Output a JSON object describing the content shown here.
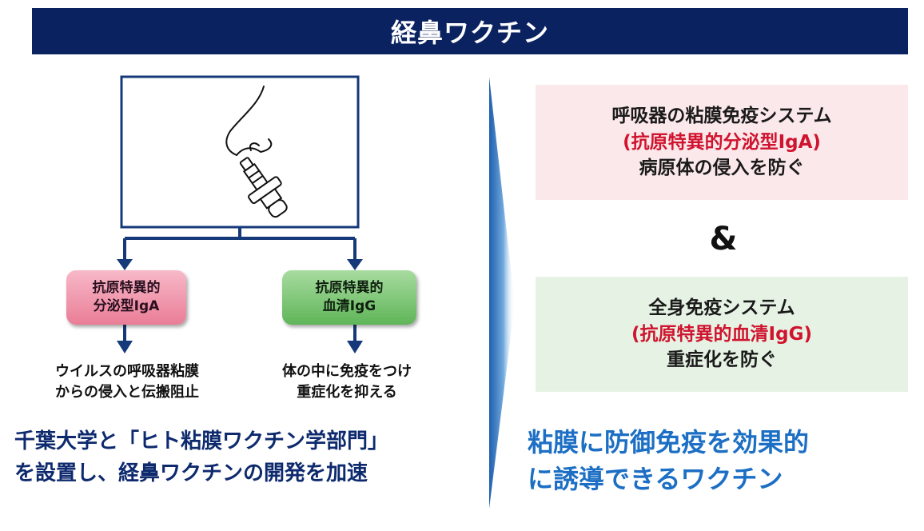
{
  "title": "経鼻ワクチン",
  "left": {
    "pill_iga": {
      "line1": "抗原特異的",
      "line2": "分泌型IgA"
    },
    "pill_igg": {
      "line1": "抗原特異的",
      "line2": "血清IgG"
    },
    "effect_iga": {
      "line1": "ウイルスの呼吸器粘膜",
      "line2": "からの侵入と伝搬阻止"
    },
    "effect_igg": {
      "line1": "体の中に免疫をつけ",
      "line2": "重症化を抑える"
    },
    "bottom": {
      "line1": "千葉大学と「ヒト粘膜ワクチン学部門」",
      "line2": "を設置し、経鼻ワクチンの開発を加速"
    }
  },
  "right": {
    "box_mucosal": {
      "line1": "呼吸器の粘膜免疫システム",
      "line2": "(抗原特異的分泌型IgA)",
      "line3": "病原体の侵入を防ぐ"
    },
    "ampersand": "&",
    "box_systemic": {
      "line1": "全身免疫システム",
      "line2": "(抗原特異的血清IgG)",
      "line3": "重症化を防ぐ"
    },
    "bottom": {
      "line1": "粘膜に防御免疫を効果的",
      "line2": "に誘導できるワクチン"
    }
  },
  "colors": {
    "title_bar": "#0b2260",
    "navy_arrow": "#16397a",
    "highlight_red": "#d0132e",
    "bottom_right_blue": "#1c6fc4",
    "pink_box": "#fbe8ea",
    "green_box": "#e6f3e4"
  },
  "icons": [
    "nose-icon",
    "nasal-dropper-icon",
    "gradient-arrow-icon"
  ]
}
